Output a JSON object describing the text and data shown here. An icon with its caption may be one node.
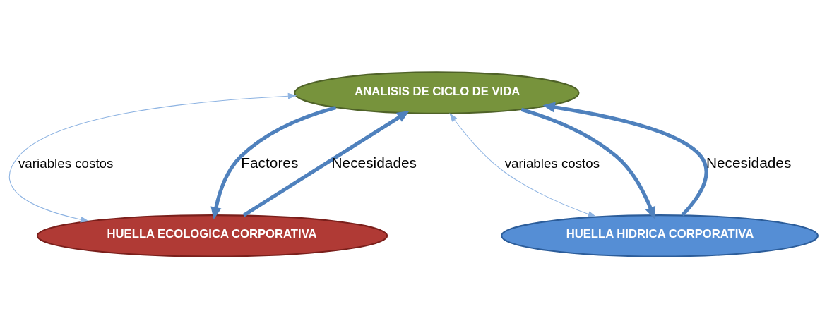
{
  "diagram": {
    "nodes": [
      {
        "text": [
          "ANALISIS DE CICLO DE VIDA"
        ]
      },
      {
        "text": [
          "HUELLA ECOLOGICA CORPORATIVA"
        ]
      },
      {
        "text": [
          "HUELLA HIDRICA CORPORATIVA"
        ]
      }
    ],
    "edges": [
      {
        "from": 1,
        "to": 0,
        "arrow": "to",
        "label": "Necesidades"
      },
      {
        "from": 2,
        "to": 0,
        "arrow": "to",
        "label": "Necesidades"
      },
      {
        "from": 0,
        "to": 1,
        "arrow": "both",
        "label": "variables costos",
        "color": "#8db3e2"
      },
      {
        "from": 0,
        "to": 2,
        "arrow": "both",
        "label": "variables costos",
        "color": "#8db3e2"
      },
      {
        "from": 0,
        "to": 1,
        "arrow": "to",
        "label": "Factores"
      },
      {
        "from": 0,
        "to": 2,
        "arrow": "to"
      }
    ]
  }
}
